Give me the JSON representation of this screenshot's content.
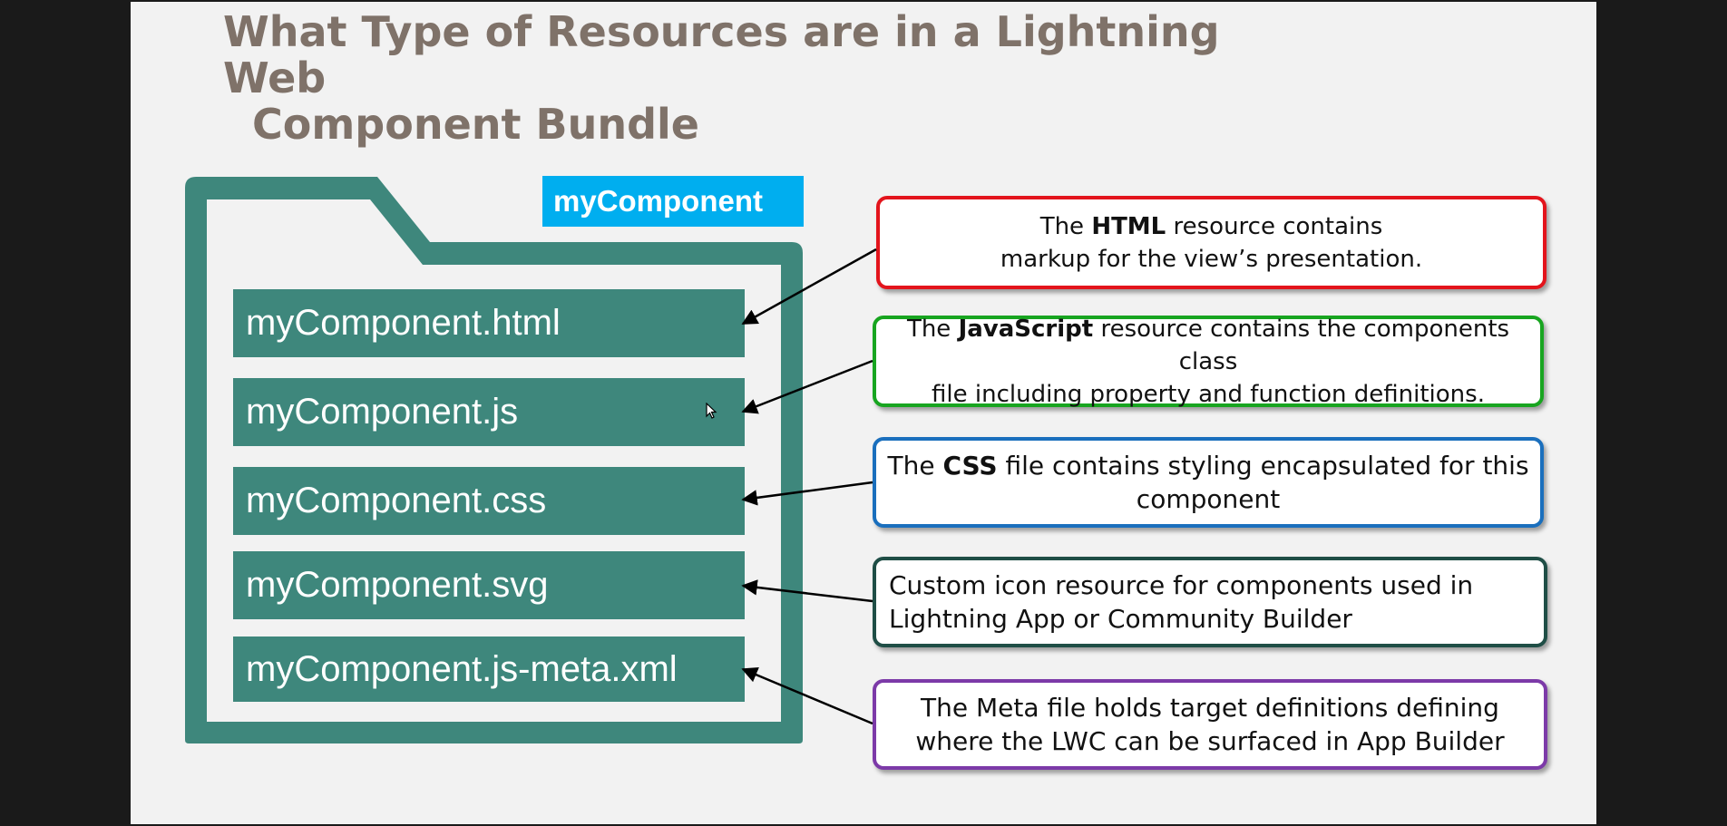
{
  "title": {
    "line1": "What Type of Resources are in a Lightning Web",
    "line2": "Component Bundle"
  },
  "folder": {
    "label": "myComponent",
    "files": [
      "myComponent.html",
      "myComponent.js",
      "myComponent.css",
      "myComponent.svg",
      "myComponent.js-meta.xml"
    ]
  },
  "notes": {
    "html": {
      "border_color": "#e3141c",
      "pre": "The ",
      "bold": "HTML",
      "post": " resource contains",
      "line2": "markup for the view’s presentation."
    },
    "js": {
      "border_color": "#18a520",
      "pre": "The ",
      "bold": "JavaScript",
      "post": " resource contains the components class",
      "line2": "file including property and function definitions."
    },
    "css": {
      "border_color": "#1a6fbd",
      "pre": "The ",
      "bold": "CSS",
      "post": " file contains styling encapsulated for this",
      "line2": "component"
    },
    "svg": {
      "border_color": "#1f4e46",
      "line1": "Custom icon resource for components used in",
      "line2": "Lightning App or Community Builder"
    },
    "meta": {
      "border_color": "#7c3aa8",
      "line1": "The Meta file holds target definitions defining",
      "line2": "where the LWC can be surfaced in App Builder"
    }
  },
  "colors": {
    "folder": "#3e877c",
    "folder_tag": "#00aeef",
    "title": "#7f7269"
  }
}
